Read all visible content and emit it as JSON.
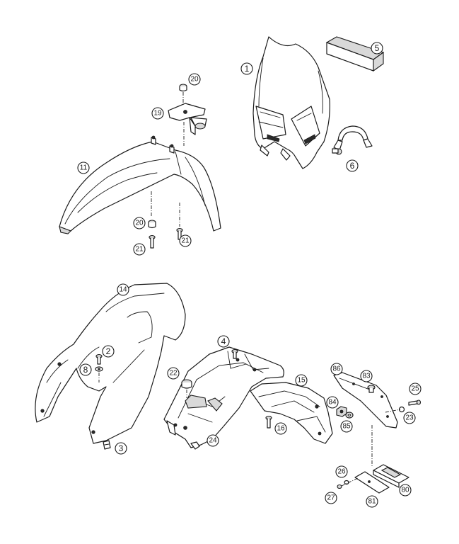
{
  "callouts": [
    {
      "id": "c1",
      "label": "1"
    },
    {
      "id": "c5",
      "label": "5"
    },
    {
      "id": "c6",
      "label": "6"
    },
    {
      "id": "c20a",
      "label": "20"
    },
    {
      "id": "c19",
      "label": "19"
    },
    {
      "id": "c11",
      "label": "11"
    },
    {
      "id": "c20b",
      "label": "20"
    },
    {
      "id": "c21a",
      "label": "21"
    },
    {
      "id": "c21b",
      "label": "21"
    },
    {
      "id": "c14",
      "label": "14"
    },
    {
      "id": "c2",
      "label": "2"
    },
    {
      "id": "c8",
      "label": "8"
    },
    {
      "id": "c3",
      "label": "3"
    },
    {
      "id": "c4",
      "label": "4"
    },
    {
      "id": "c22",
      "label": "22"
    },
    {
      "id": "c24",
      "label": "24"
    },
    {
      "id": "c15",
      "label": "15"
    },
    {
      "id": "c16",
      "label": "16"
    },
    {
      "id": "c86",
      "label": "86"
    },
    {
      "id": "c83",
      "label": "83"
    },
    {
      "id": "c84",
      "label": "84"
    },
    {
      "id": "c85",
      "label": "85"
    },
    {
      "id": "c25",
      "label": "25"
    },
    {
      "id": "c23",
      "label": "23"
    },
    {
      "id": "c26",
      "label": "26"
    },
    {
      "id": "c27",
      "label": "27"
    },
    {
      "id": "c81",
      "label": "81"
    },
    {
      "id": "c80",
      "label": "80"
    }
  ]
}
